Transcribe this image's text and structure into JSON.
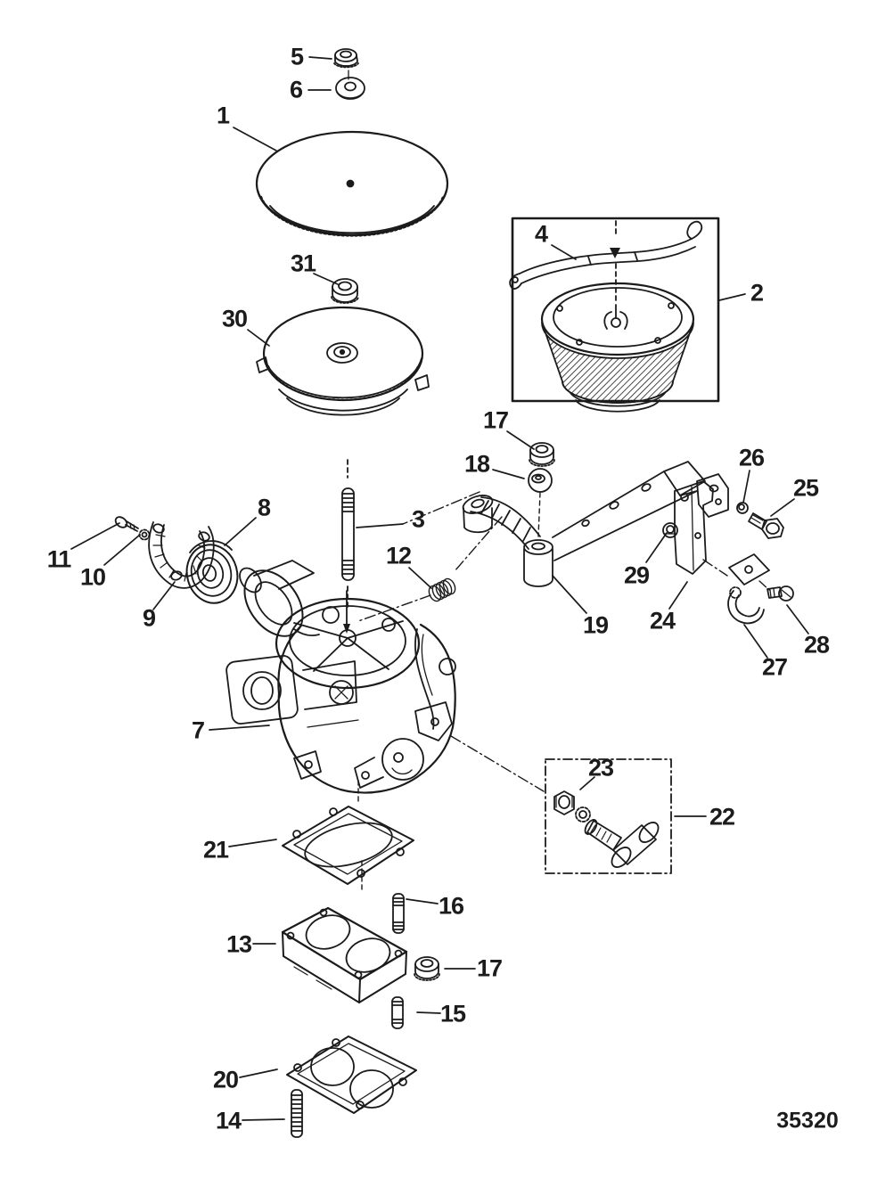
{
  "drawing_number": "35320",
  "callouts": {
    "c1": "1",
    "c2": "2",
    "c3": "3",
    "c4": "4",
    "c5": "5",
    "c6": "6",
    "c7": "7",
    "c8": "8",
    "c9": "9",
    "c10": "10",
    "c11": "11",
    "c12": "12",
    "c13": "13",
    "c14": "14",
    "c15": "15",
    "c16": "16",
    "c17a": "17",
    "c17b": "17",
    "c18": "18",
    "c19": "19",
    "c20": "20",
    "c21": "21",
    "c22": "22",
    "c23": "23",
    "c24": "24",
    "c25": "25",
    "c26": "26",
    "c27": "27",
    "c28": "28",
    "c29": "29",
    "c30": "30",
    "c31": "31"
  },
  "line_color": "#1b1b1b",
  "background_color": "#ffffff"
}
